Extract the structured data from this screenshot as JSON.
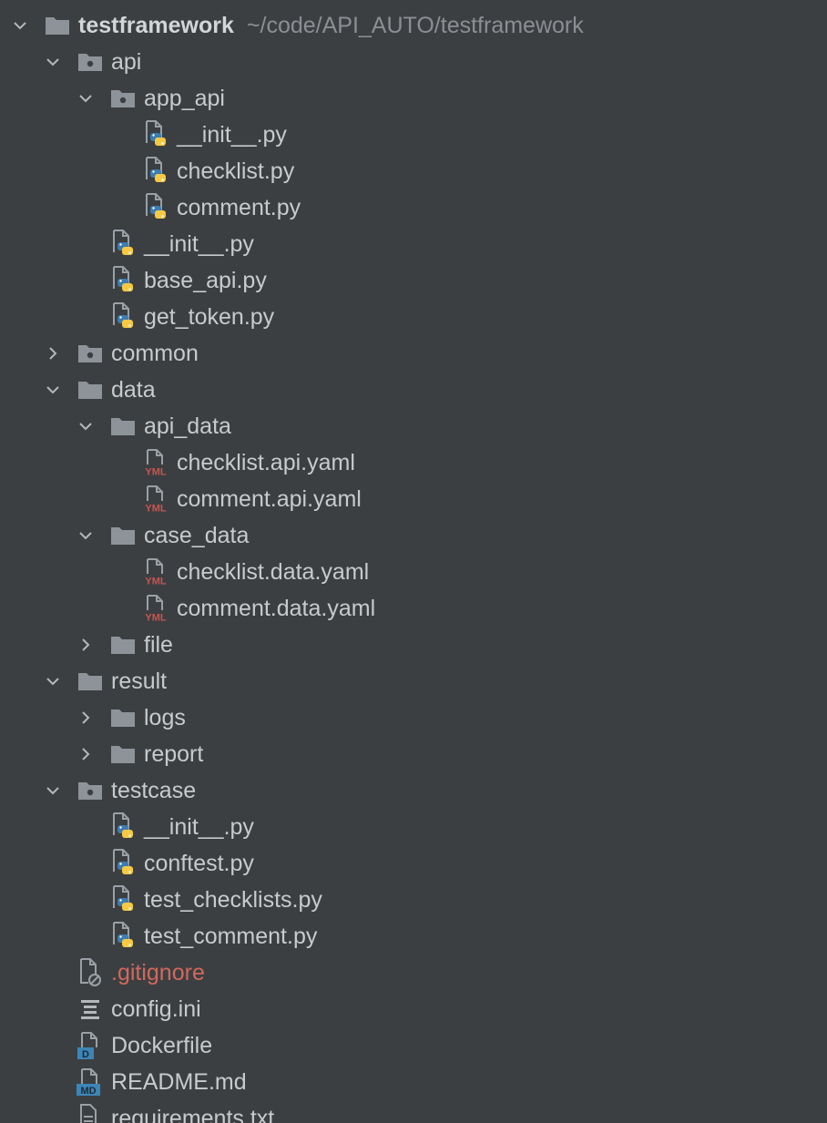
{
  "colors": {
    "background": "#3c3f41",
    "text": "#c8cbce",
    "muted": "#8b8f93",
    "folder": "#8d9399",
    "ignored": "#d2685d",
    "yaml_badge": "#c75450",
    "docker_badge": "#3c85b8",
    "python_blue": "#3d7cb0",
    "python_yellow": "#f6c944"
  },
  "root": {
    "name": "testframework",
    "path": "~/code/API_AUTO/testframework"
  },
  "rows": [
    {
      "label": "api",
      "depth": 1,
      "icon": "package-folder-icon",
      "expanded": true
    },
    {
      "label": "app_api",
      "depth": 2,
      "icon": "package-folder-icon",
      "expanded": true
    },
    {
      "label": "__init__.py",
      "depth": 3,
      "icon": "python-file-icon"
    },
    {
      "label": "checklist.py",
      "depth": 3,
      "icon": "python-file-icon"
    },
    {
      "label": "comment.py",
      "depth": 3,
      "icon": "python-file-icon"
    },
    {
      "label": "__init__.py",
      "depth": 2,
      "icon": "python-file-icon"
    },
    {
      "label": "base_api.py",
      "depth": 2,
      "icon": "python-file-icon"
    },
    {
      "label": "get_token.py",
      "depth": 2,
      "icon": "python-file-icon"
    },
    {
      "label": "common",
      "depth": 1,
      "icon": "package-folder-icon",
      "expanded": false
    },
    {
      "label": "data",
      "depth": 1,
      "icon": "folder-icon",
      "expanded": true
    },
    {
      "label": "api_data",
      "depth": 2,
      "icon": "folder-icon",
      "expanded": true
    },
    {
      "label": "checklist.api.yaml",
      "depth": 3,
      "icon": "yaml-file-icon"
    },
    {
      "label": "comment.api.yaml",
      "depth": 3,
      "icon": "yaml-file-icon"
    },
    {
      "label": "case_data",
      "depth": 2,
      "icon": "folder-icon",
      "expanded": true
    },
    {
      "label": "checklist.data.yaml",
      "depth": 3,
      "icon": "yaml-file-icon"
    },
    {
      "label": "comment.data.yaml",
      "depth": 3,
      "icon": "yaml-file-icon"
    },
    {
      "label": "file",
      "depth": 2,
      "icon": "folder-icon",
      "expanded": false
    },
    {
      "label": "result",
      "depth": 1,
      "icon": "folder-icon",
      "expanded": true
    },
    {
      "label": "logs",
      "depth": 2,
      "icon": "folder-icon",
      "expanded": false
    },
    {
      "label": "report",
      "depth": 2,
      "icon": "folder-icon",
      "expanded": false
    },
    {
      "label": "testcase",
      "depth": 1,
      "icon": "package-folder-icon",
      "expanded": true
    },
    {
      "label": "__init__.py",
      "depth": 2,
      "icon": "python-file-icon"
    },
    {
      "label": "conftest.py",
      "depth": 2,
      "icon": "python-file-icon"
    },
    {
      "label": "test_checklists.py",
      "depth": 2,
      "icon": "python-file-icon"
    },
    {
      "label": "test_comment.py",
      "depth": 2,
      "icon": "python-file-icon"
    },
    {
      "label": ".gitignore",
      "depth": 1,
      "icon": "gitignore-file-icon",
      "ignored": true
    },
    {
      "label": "config.ini",
      "depth": 1,
      "icon": "config-file-icon"
    },
    {
      "label": "Dockerfile",
      "depth": 1,
      "icon": "docker-file-icon"
    },
    {
      "label": "README.md",
      "depth": 1,
      "icon": "markdown-file-icon"
    },
    {
      "label": "requirements.txt",
      "depth": 1,
      "icon": "text-file-icon"
    }
  ]
}
